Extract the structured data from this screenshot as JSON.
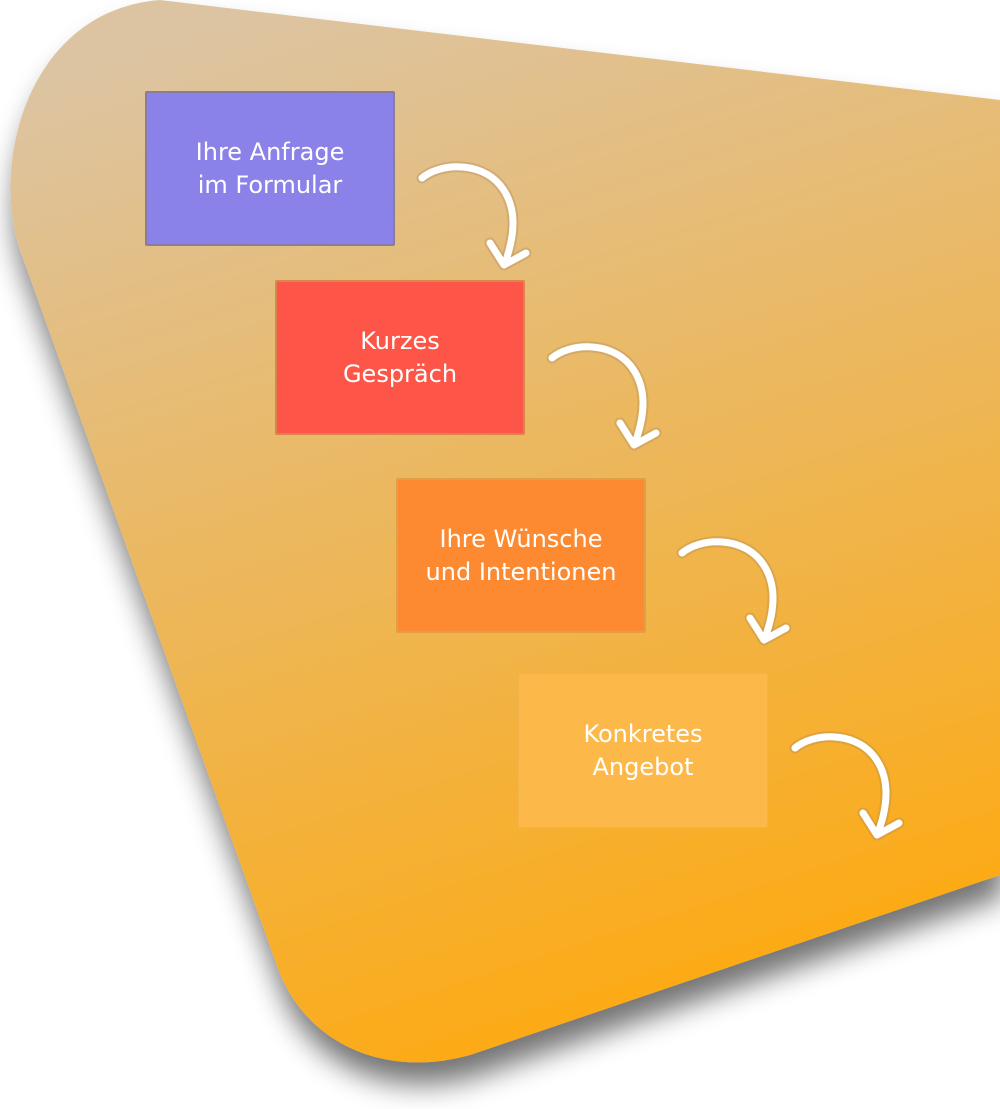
{
  "diagram": {
    "type": "process-flow",
    "background": {
      "gradient_start": "#dcc4a3",
      "gradient_end": "#fdaa12",
      "shadow_color": "#6b6b6b"
    },
    "steps": [
      {
        "lines": [
          "Ihre Anfrage",
          "im Formular"
        ],
        "color": "#8a82e8"
      },
      {
        "lines": [
          "Kurzes",
          "Gespräch"
        ],
        "color": "#fd5648"
      },
      {
        "lines": [
          "Ihre Wünsche",
          "und Intentionen"
        ],
        "color": "#fd8a30"
      },
      {
        "lines": [
          "Konkretes",
          "Angebot"
        ],
        "color": "#fcb94a"
      }
    ],
    "arrows": [
      {
        "from": "step-1",
        "to": "step-2",
        "icon": "curved-arrow-down-icon",
        "color": "#ffffff"
      },
      {
        "from": "step-2",
        "to": "step-3",
        "icon": "curved-arrow-down-icon",
        "color": "#ffffff"
      },
      {
        "from": "step-3",
        "to": "step-4",
        "icon": "curved-arrow-down-icon",
        "color": "#ffffff"
      },
      {
        "from": "step-4",
        "to": "",
        "icon": "curved-arrow-down-icon",
        "color": "#ffffff"
      }
    ]
  }
}
